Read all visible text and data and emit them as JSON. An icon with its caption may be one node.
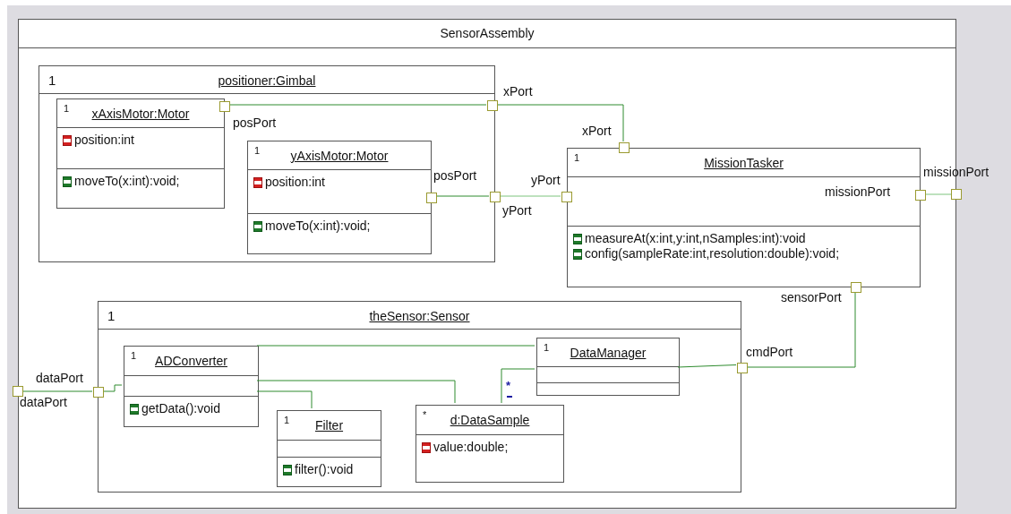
{
  "diagram": {
    "nodes": [
      {
        "text": [
          "SensorAssembly"
        ]
      },
      {
        "text": [
          "1",
          "positioner:Gimbal"
        ],
        "in": 0
      },
      {
        "text": [
          "1",
          "xAxisMotor:Motor",
          "position:int",
          "moveTo(x:int):void;"
        ],
        "in": 1
      },
      {
        "text": [
          "1",
          "yAxisMotor:Motor",
          "position:int",
          "moveTo(x:int):void;"
        ],
        "in": 1
      },
      {
        "text": [
          "1",
          "MissionTasker",
          "measureAt(x:int,y:int,nSamples:int):void",
          "config(sampleRate:int,resolution:double):void;"
        ],
        "in": 0
      },
      {
        "text": [
          "1",
          "theSensor:Sensor"
        ],
        "in": 0
      },
      {
        "text": [
          "1",
          "ADConverter",
          "getData():void"
        ],
        "in": 5
      },
      {
        "text": [
          "1",
          "Filter",
          "filter():void"
        ],
        "in": 5
      },
      {
        "text": [
          "*",
          "d:DataSample",
          "value:double;"
        ],
        "in": 5
      },
      {
        "text": [
          "1",
          "DataManager"
        ],
        "in": 5
      },
      {
        "text": [],
        "shape": "box",
        "beside": [
          "posPort"
        ],
        "in": 1
      },
      {
        "text": [],
        "shape": "box",
        "in": 1
      },
      {
        "text": [],
        "shape": "box",
        "beside": [
          "xPort"
        ],
        "in": 0
      },
      {
        "text": [],
        "shape": "box",
        "beside": [
          "yPort"
        ],
        "in": 0
      },
      {
        "text": [],
        "shape": "box",
        "beside": [
          "xPort"
        ],
        "in": 0
      },
      {
        "text": [],
        "shape": "box",
        "beside": [
          "yPort"
        ],
        "in": 0
      },
      {
        "text": [],
        "shape": "box",
        "in": 0
      },
      {
        "text": [],
        "shape": "box"
      },
      {
        "text": [],
        "shape": "box",
        "beside": [
          "sensorPort"
        ],
        "in": 0
      },
      {
        "text": [],
        "shape": "box",
        "beside": [
          "cmdPort"
        ],
        "in": 0
      },
      {
        "text": [],
        "shape": "box",
        "beside": [
          "dataPort"
        ],
        "in": 0
      },
      {
        "text": [],
        "shape": "box",
        "beside": [
          "dataPort"
        ]
      }
    ],
    "edges": [
      {
        "from": 10,
        "to": 12,
        "arrow": "none"
      },
      {
        "from": 11,
        "to": 13,
        "arrow": "none"
      },
      {
        "from": 12,
        "to": 14,
        "arrow": "none"
      },
      {
        "from": 13,
        "to": 15,
        "arrow": "none",
        "color": "#7cc47c"
      },
      {
        "from": 16,
        "to": 17,
        "arrow": "none",
        "color": "#7cc47c"
      },
      {
        "from": 18,
        "to": 19,
        "arrow": "none"
      },
      {
        "from": 19,
        "to": 9,
        "arrow": "none"
      },
      {
        "from": 21,
        "to": 20,
        "arrow": "none"
      },
      {
        "from": 20,
        "to": 6,
        "arrow": "none"
      },
      {
        "from": 6,
        "to": 9,
        "arrow": "none"
      },
      {
        "from": 6,
        "to": 8,
        "arrow": "none"
      },
      {
        "from": 6,
        "to": 7,
        "arrow": "none"
      },
      {
        "from": 9,
        "to": 8,
        "arrow": "none",
        "label": "*"
      }
    ],
    "labels": [
      "missionPort",
      "posPort",
      "missionPort"
    ]
  }
}
